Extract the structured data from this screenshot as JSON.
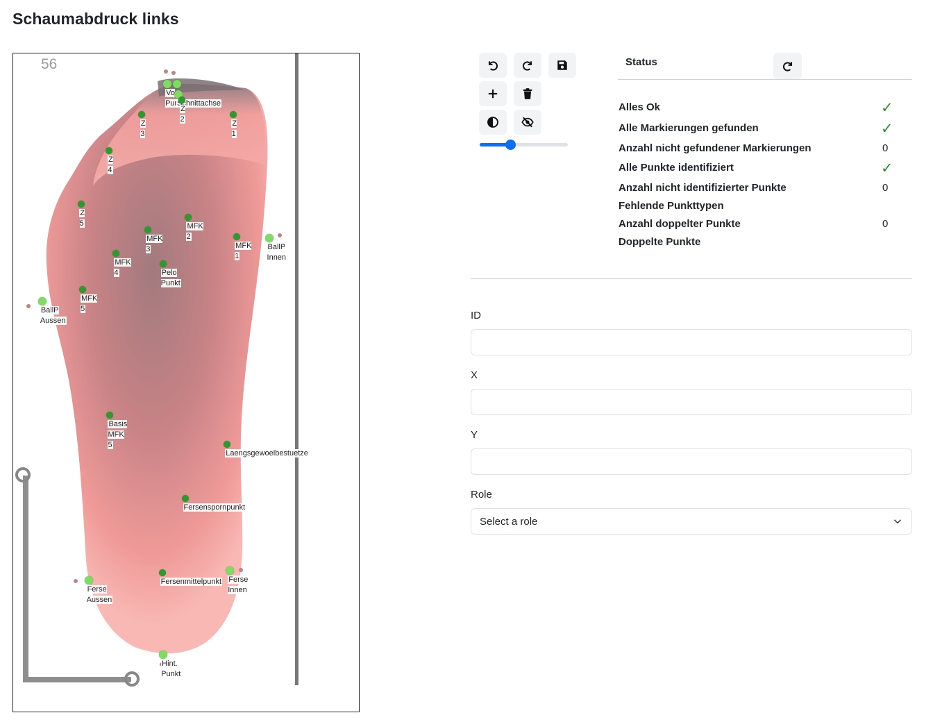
{
  "page": {
    "title": "Schaumabdruck links"
  },
  "image": {
    "number": "56",
    "points": [
      {
        "x": 0.446,
        "y": 0.046,
        "shade": "light",
        "label": "Vo\nPunkt",
        "label_dir": "h"
      },
      {
        "x": 0.473,
        "y": 0.046,
        "shade": "light",
        "label": "",
        "label_dir": "h"
      },
      {
        "x": 0.478,
        "y": 0.062,
        "shade": "light",
        "label": "Schnittachse",
        "label_dir": "h"
      },
      {
        "x": 0.487,
        "y": 0.071,
        "shade": "dark",
        "label": "Z\n2",
        "label_dir": "v"
      },
      {
        "x": 0.372,
        "y": 0.093,
        "shade": "dark",
        "label": "Z\n3",
        "label_dir": "v"
      },
      {
        "x": 0.636,
        "y": 0.093,
        "shade": "dark",
        "label": "Z\n1",
        "label_dir": "v"
      },
      {
        "x": 0.278,
        "y": 0.148,
        "shade": "dark",
        "label": "Z\n4",
        "label_dir": "v"
      },
      {
        "x": 0.196,
        "y": 0.229,
        "shade": "dark",
        "label": "Z\n5",
        "label_dir": "v"
      },
      {
        "x": 0.507,
        "y": 0.249,
        "shade": "dark",
        "label": "MFK\n2",
        "label_dir": "h"
      },
      {
        "x": 0.39,
        "y": 0.268,
        "shade": "dark",
        "label": "MFK\n3",
        "label_dir": "h"
      },
      {
        "x": 0.647,
        "y": 0.278,
        "shade": "dark",
        "label": "MFK\n1",
        "label_dir": "h"
      },
      {
        "x": 0.74,
        "y": 0.281,
        "shade": "light",
        "label": "BallP\nInnen",
        "label_dir": "h"
      },
      {
        "x": 0.298,
        "y": 0.304,
        "shade": "dark",
        "label": "MFK\n4",
        "label_dir": "h"
      },
      {
        "x": 0.433,
        "y": 0.32,
        "shade": "dark",
        "label": "Pelo\nPunkt",
        "label_dir": "h"
      },
      {
        "x": 0.201,
        "y": 0.359,
        "shade": "dark",
        "label": "MFK\n5",
        "label_dir": "h"
      },
      {
        "x": 0.084,
        "y": 0.377,
        "shade": "light",
        "label": "BallP\nAussen",
        "label_dir": "h"
      },
      {
        "x": 0.28,
        "y": 0.55,
        "shade": "dark",
        "label": "Basis\nMFK\n5",
        "label_dir": "h"
      },
      {
        "x": 0.619,
        "y": 0.594,
        "shade": "dark",
        "label": "Laengsgewoelbestuetze",
        "label_dir": "h"
      },
      {
        "x": 0.497,
        "y": 0.676,
        "shade": "dark",
        "label": "Fersenspornpunkt",
        "label_dir": "h"
      },
      {
        "x": 0.431,
        "y": 0.789,
        "shade": "dark",
        "label": "Fersenmittelpunkt",
        "label_dir": "h"
      },
      {
        "x": 0.627,
        "y": 0.786,
        "shade": "light",
        "label": "Ferse\nInnen",
        "label_dir": "h"
      },
      {
        "x": 0.218,
        "y": 0.801,
        "shade": "light",
        "label": "Ferse\nAussen",
        "label_dir": "h"
      },
      {
        "x": 0.434,
        "y": 0.913,
        "shade": "light",
        "label": "Hint.\nPunkt",
        "label_dir": "h"
      }
    ]
  },
  "toolbar": {
    "buttons": [
      "undo-icon",
      "redo-icon",
      "save-icon",
      "plus-icon",
      "trash-icon",
      "contrast-icon",
      "eye-slash-icon"
    ],
    "slider_value": 0.35,
    "accent": "#0d6efd"
  },
  "status": {
    "header": "Status",
    "rows": [
      {
        "label": "Alles Ok",
        "value": "✓",
        "kind": "check"
      },
      {
        "label": "Alle Markierungen gefunden",
        "value": "✓",
        "kind": "check"
      },
      {
        "label": "Anzahl nicht gefundener Markierungen",
        "value": "0",
        "kind": "num"
      },
      {
        "label": "Alle Punkte identifiziert",
        "value": "✓",
        "kind": "check"
      },
      {
        "label": "Anzahl nicht identifizierter Punkte",
        "value": "0",
        "kind": "num"
      },
      {
        "label": "Fehlende Punkttypen",
        "value": "",
        "kind": "num"
      },
      {
        "label": "Anzahl doppelter Punkte",
        "value": "0",
        "kind": "num"
      },
      {
        "label": "Doppelte Punkte",
        "value": "",
        "kind": "num"
      }
    ]
  },
  "form": {
    "id_label": "ID",
    "id_value": "",
    "x_label": "X",
    "x_value": "",
    "y_label": "Y",
    "y_value": "",
    "role_label": "Role",
    "role_selected": "Select a role"
  }
}
